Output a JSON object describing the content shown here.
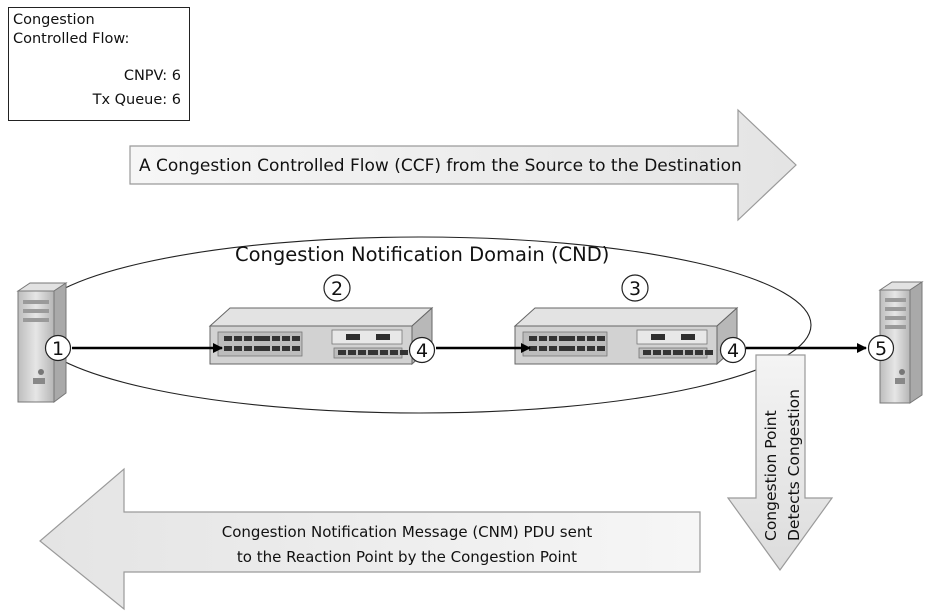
{
  "flow_box": {
    "title_line1": "Congestion",
    "title_line2": "Controlled Flow:",
    "cnpv": "CNPV: 6",
    "tx_queue": "Tx Queue: 6"
  },
  "top_arrow": {
    "label": "A Congestion Controlled Flow (CCF) from the Source to the Destination"
  },
  "domain": {
    "label": "Congestion Notification Domain (CND)"
  },
  "markers": {
    "source": "1",
    "bridge1": "2",
    "bridge2": "3",
    "port1": "4",
    "port2": "4",
    "destination": "5"
  },
  "down_arrow": {
    "line1": "Congestion Point",
    "line2": "Detects Congestion"
  },
  "bottom_arrow": {
    "line1": "Congestion Notification Message (CNM) PDU sent",
    "line2": "to the Reaction Point by the Congestion Point"
  },
  "colors": {
    "arrow_fill_light": "#f4f4f4",
    "arrow_fill_dark": "#e2e2e2",
    "arrow_stroke": "#9a9a9a",
    "switch_body": "#d7d7d7",
    "switch_dark": "#3a3a3a",
    "server_body": "#cfcfcf"
  }
}
